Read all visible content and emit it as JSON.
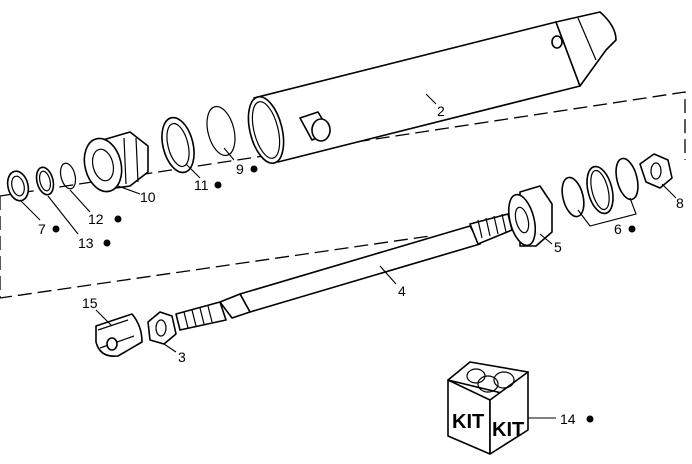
{
  "labels": {
    "p2": "2",
    "p3": "3",
    "p4": "4",
    "p5": "5",
    "p6": "6",
    "p7": "7",
    "p8": "8",
    "p9": "9",
    "p10": "10",
    "p11": "11",
    "p12": "12",
    "p13": "13",
    "p14": "14",
    "p15": "15"
  },
  "kit": {
    "text_left": "KIT",
    "text_right": "KIT"
  },
  "marked_parts": [
    "6",
    "7",
    "9",
    "11",
    "12",
    "13",
    "14"
  ],
  "colors": {
    "line": "#000000",
    "background": "#ffffff"
  }
}
